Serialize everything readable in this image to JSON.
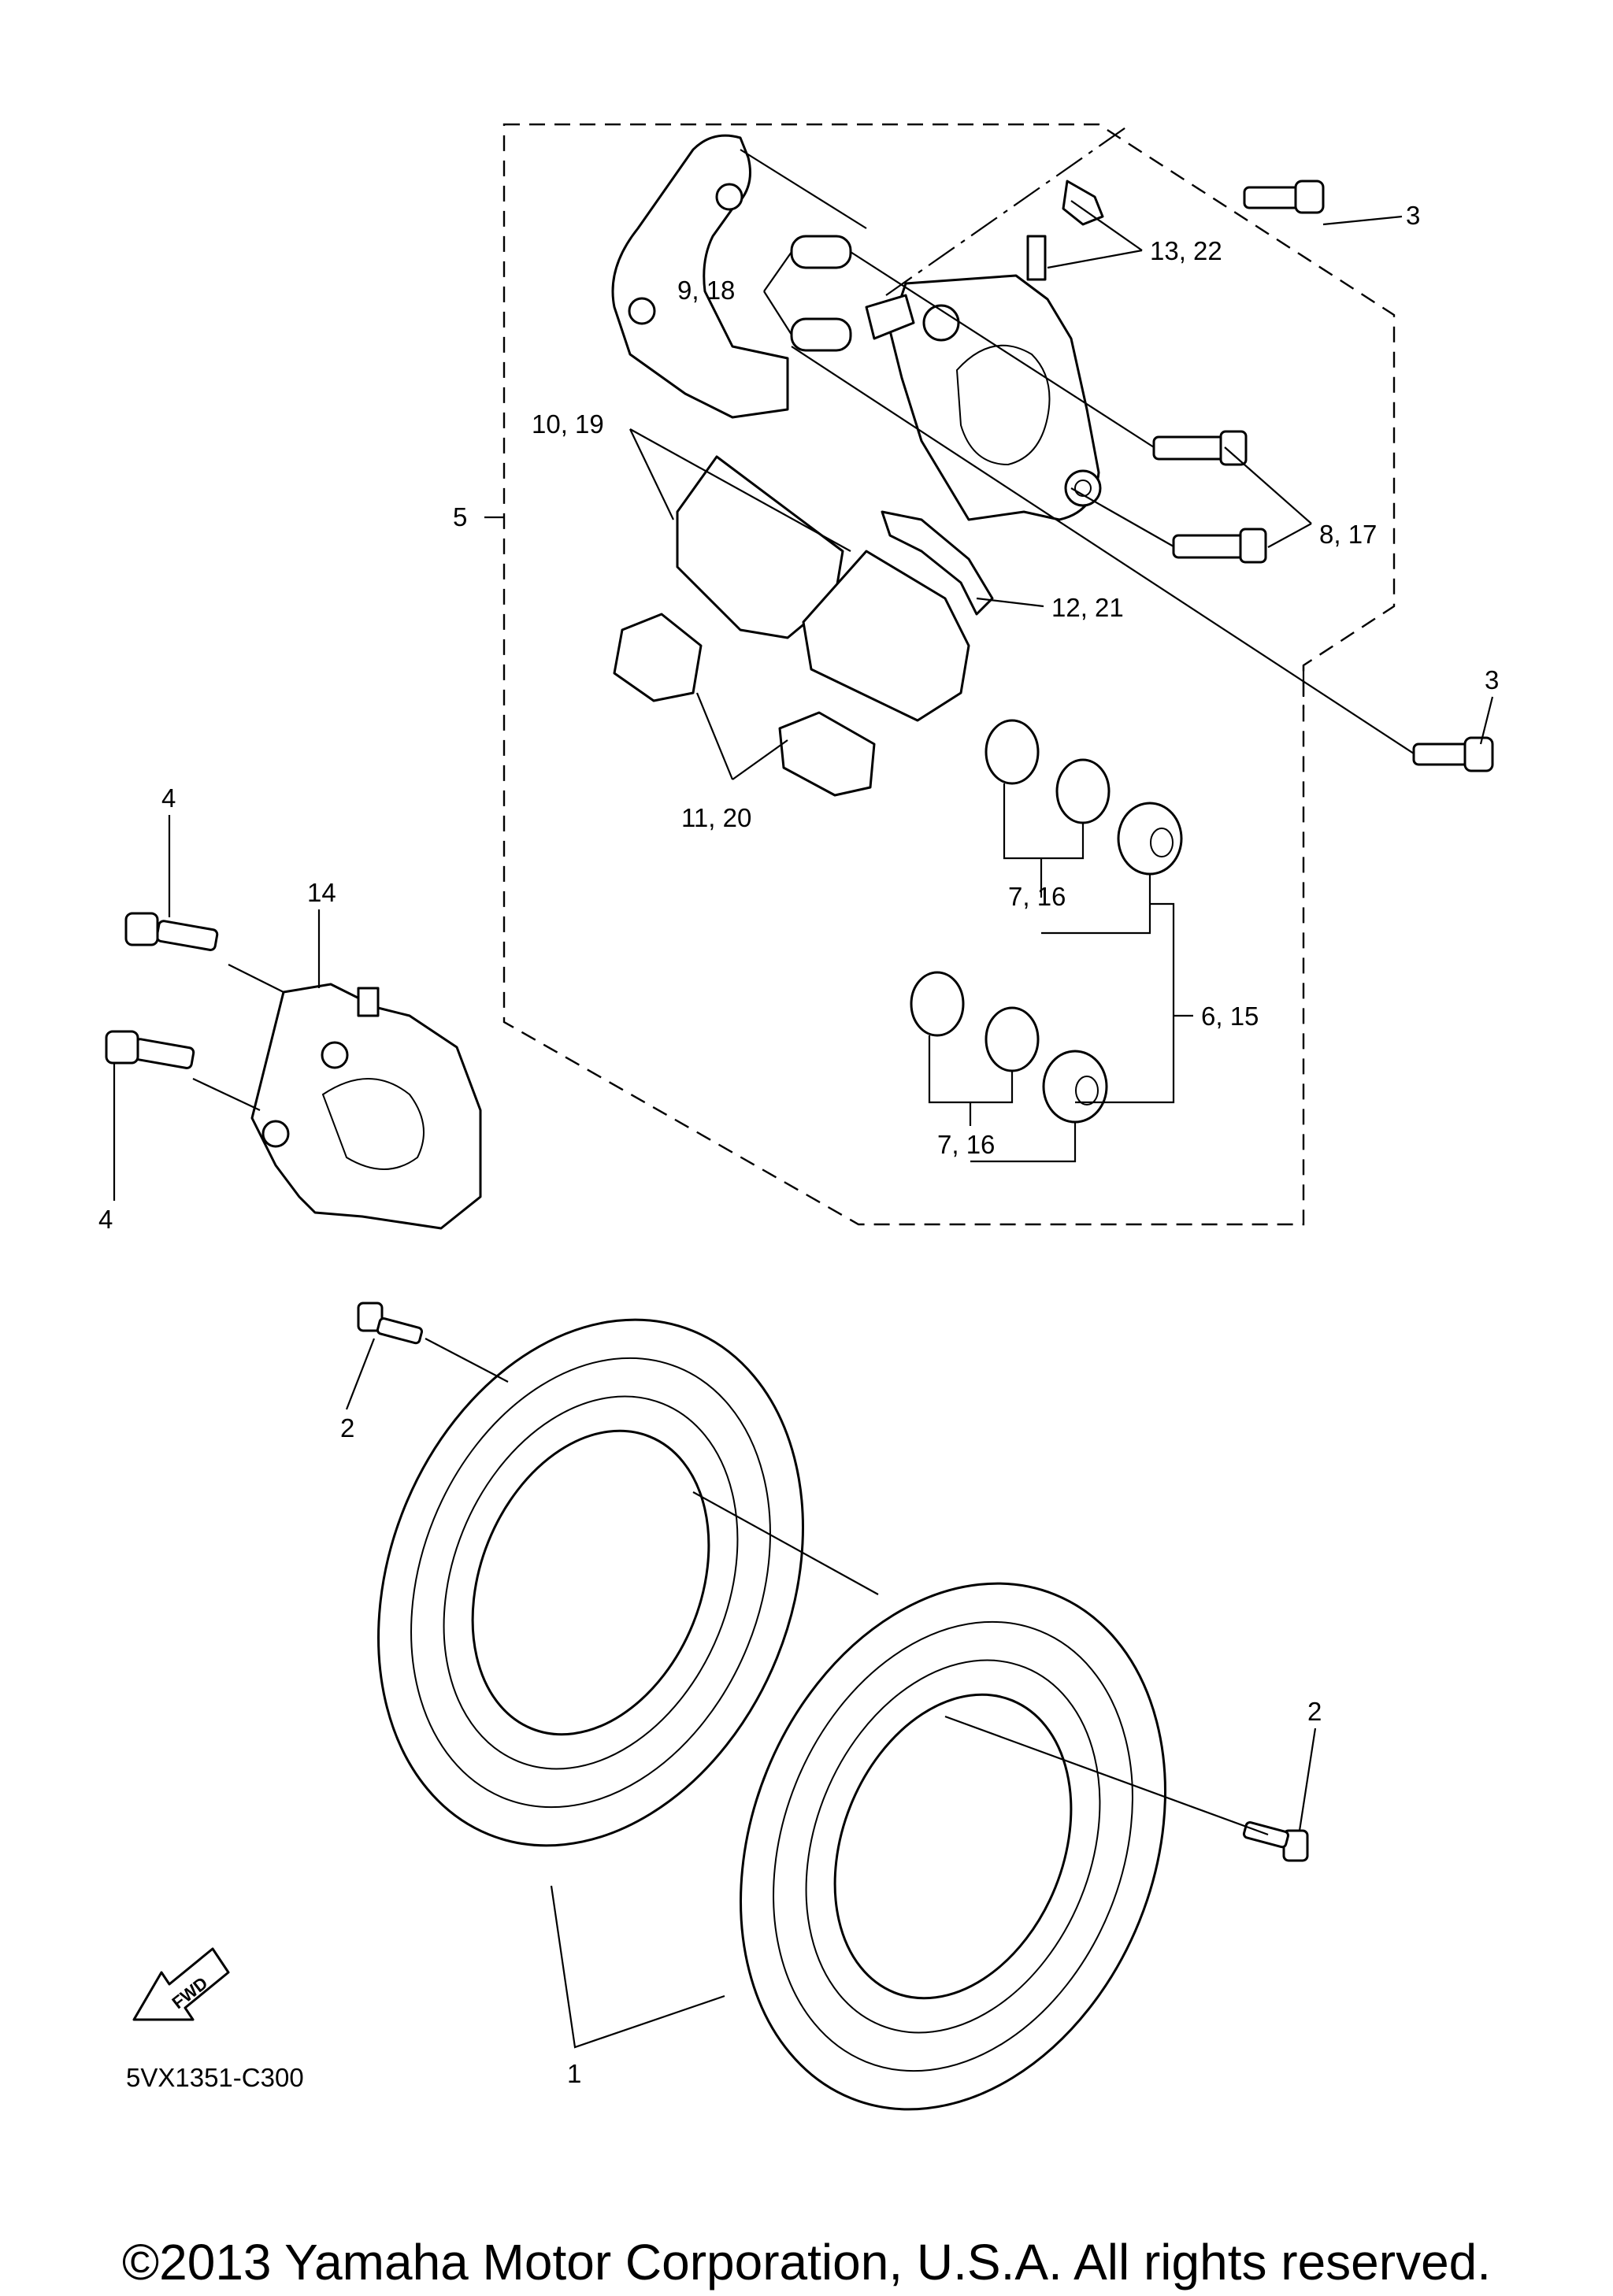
{
  "callouts": {
    "c1": "1",
    "c2a": "2",
    "c2b": "2",
    "c3a": "3",
    "c3b": "3",
    "c4a": "4",
    "c4b": "4",
    "c5": "5",
    "c6_15": "6, 15",
    "c7_16a": "7, 16",
    "c7_16b": "7, 16",
    "c8_17": "8, 17",
    "c9_18": "9, 18",
    "c10_19": "10, 19",
    "c11_20": "11, 20",
    "c12_21": "12, 21",
    "c13_22": "13, 22",
    "c14": "14"
  },
  "fwd_label": "FWD",
  "diagram_code": "5VX1351-C300",
  "copyright": "©2013 Yamaha Motor Corporation, U.S.A. All rights reserved."
}
